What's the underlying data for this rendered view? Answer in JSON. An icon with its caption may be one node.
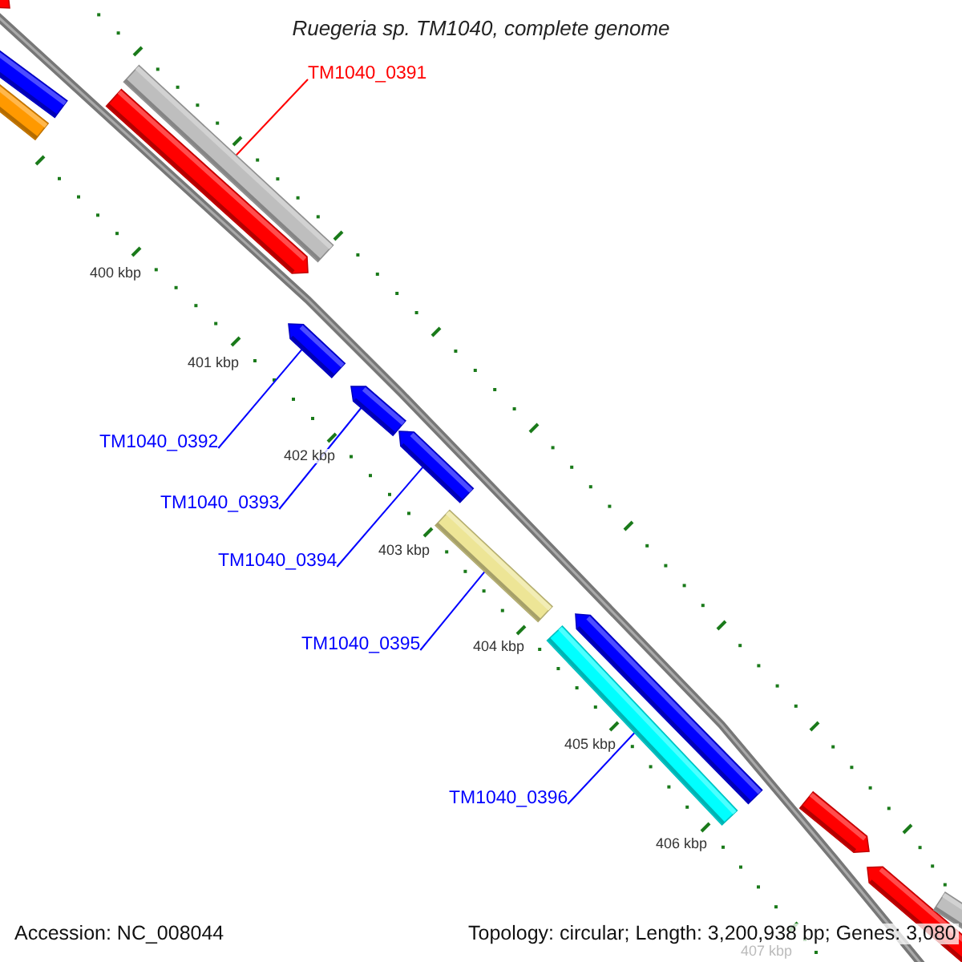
{
  "diagram": {
    "title": "Ruegeria sp. TM1040, complete genome",
    "nodes": [
      {
        "text": [],
        "shape": "arrow"
      },
      {
        "text": [
          "TM1040_0391"
        ]
      },
      {
        "text": [],
        "shape": "bar"
      },
      {
        "text": [],
        "shape": "bar"
      },
      {
        "text": [],
        "shape": "arrow"
      },
      {
        "text": [],
        "shape": "bar"
      },
      {
        "text": [],
        "shape": "arrow"
      },
      {
        "text": [
          "TM1040_0392"
        ]
      },
      {
        "text": [],
        "shape": "arrow"
      },
      {
        "text": [],
        "shape": "arrow"
      },
      {
        "text": [
          "TM1040_0393"
        ]
      },
      {
        "text": [
          "TM1040_0394"
        ]
      },
      {
        "text": [],
        "shape": "bar"
      },
      {
        "text": [],
        "shape": "arrow"
      },
      {
        "text": [
          "TM1040_0395"
        ]
      },
      {
        "text": [],
        "shape": "bar"
      },
      {
        "text": [
          "TM1040_0396"
        ]
      },
      {
        "text": [],
        "shape": "arrow"
      },
      {
        "text": [],
        "shape": "arrow"
      },
      {
        "text": [],
        "shape": "bar"
      }
    ],
    "edges": [
      {
        "from": 1,
        "to": 3,
        "arrow": "none",
        "color": "#ff0000"
      },
      {
        "from": 7,
        "to": 6,
        "arrow": "none"
      },
      {
        "from": 10,
        "to": 8,
        "arrow": "none"
      },
      {
        "from": 11,
        "to": 9,
        "arrow": "none"
      },
      {
        "from": 14,
        "to": 12,
        "arrow": "none"
      },
      {
        "from": 16,
        "to": 15,
        "arrow": "none"
      }
    ],
    "labels": [
      "400 kbp",
      "401 kbp",
      "402 kbp",
      "403 kbp",
      "404 kbp",
      "405 kbp",
      "406 kbp",
      "407 kbp",
      "Accession: NC_008044",
      "Topology: circular; Length: 3,200,938 bp; Genes: 3,080"
    ]
  }
}
